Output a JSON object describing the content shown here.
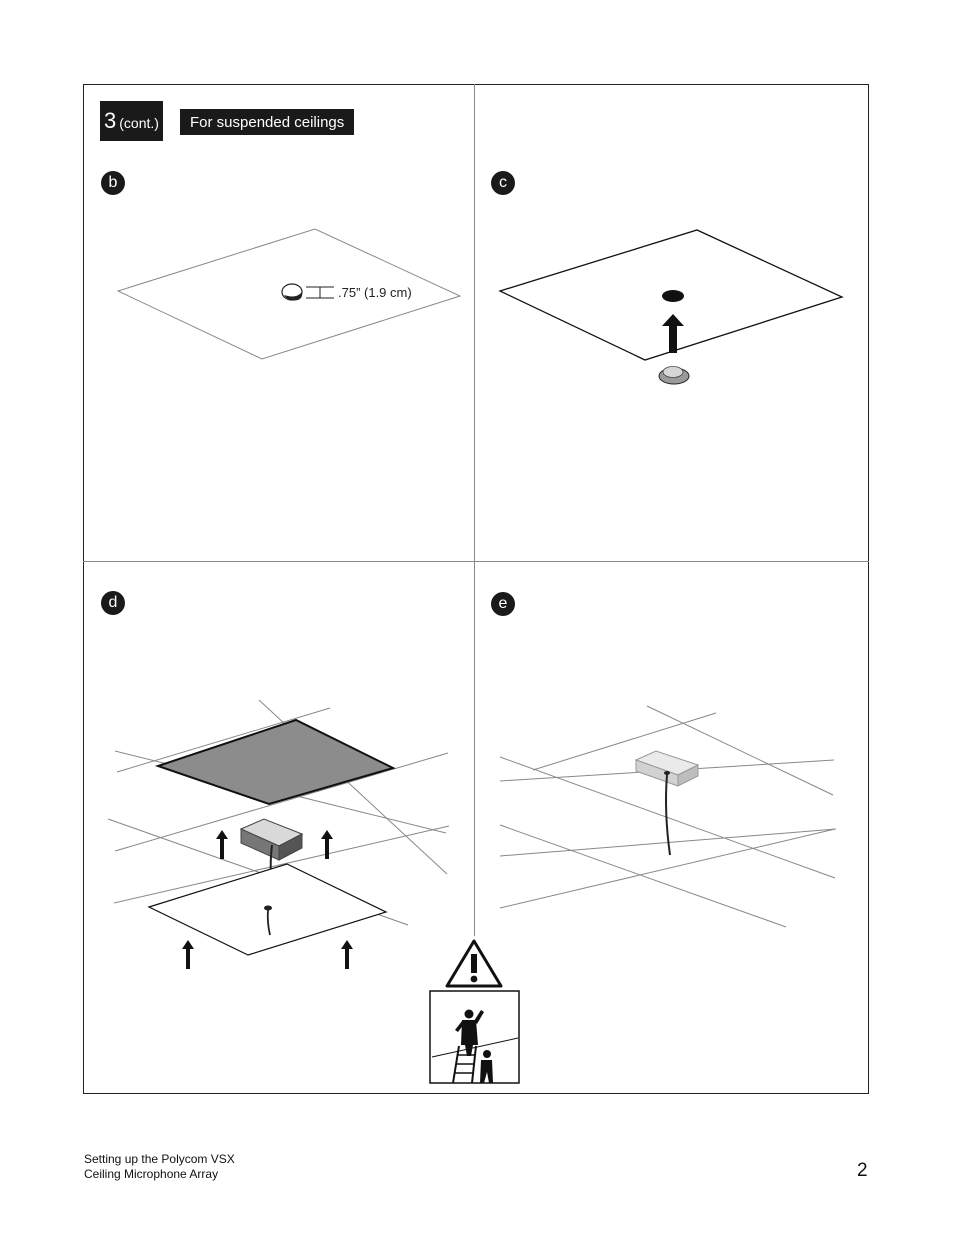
{
  "step": {
    "number": "3",
    "cont": "(cont.)",
    "label": "For suspended ceilings"
  },
  "panels": [
    {
      "letter": "b"
    },
    {
      "letter": "c"
    },
    {
      "letter": "d"
    },
    {
      "letter": "e"
    }
  ],
  "dimension": ".75” (1.9 cm)",
  "footer": {
    "line1": "Setting up the Polycom VSX",
    "line2": "Ceiling Microphone Array"
  },
  "page_number": "2",
  "icons": [
    "warning-icon",
    "ladder-safety-icon",
    "up-arrow-icon",
    "ceiling-tile",
    "microphone-box"
  ]
}
